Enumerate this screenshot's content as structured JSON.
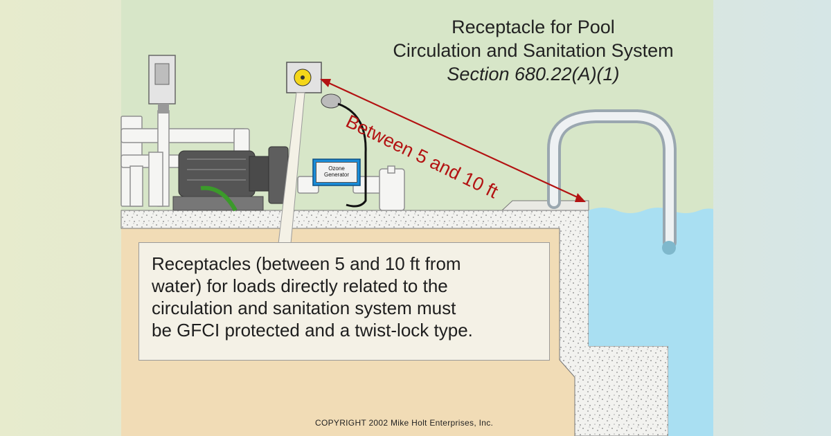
{
  "title": {
    "line1": "Receptacle for Pool",
    "line2": "Circulation and Sanitation System",
    "line3": "Section 680.22(A)(1)"
  },
  "distance_label": "Between 5 and 10 ft",
  "equipment": {
    "ozone_label_line1": "Ozone",
    "ozone_label_line2": "Generator"
  },
  "callout": {
    "lines": [
      "Receptacles (between 5 and 10 ft from",
      "water) for loads directly related to the",
      "circulation and sanitation system must",
      "be GFCI protected and a twist-lock type."
    ]
  },
  "copyright": "COPYRIGHT 2002  Mike Holt Enterprises, Inc.",
  "colors": {
    "wall": "#d7e6c8",
    "arrow": "#b31212",
    "water": "#a9dff2",
    "soil": "#f1dcb6",
    "ozone_box": "#1a8cd8"
  }
}
